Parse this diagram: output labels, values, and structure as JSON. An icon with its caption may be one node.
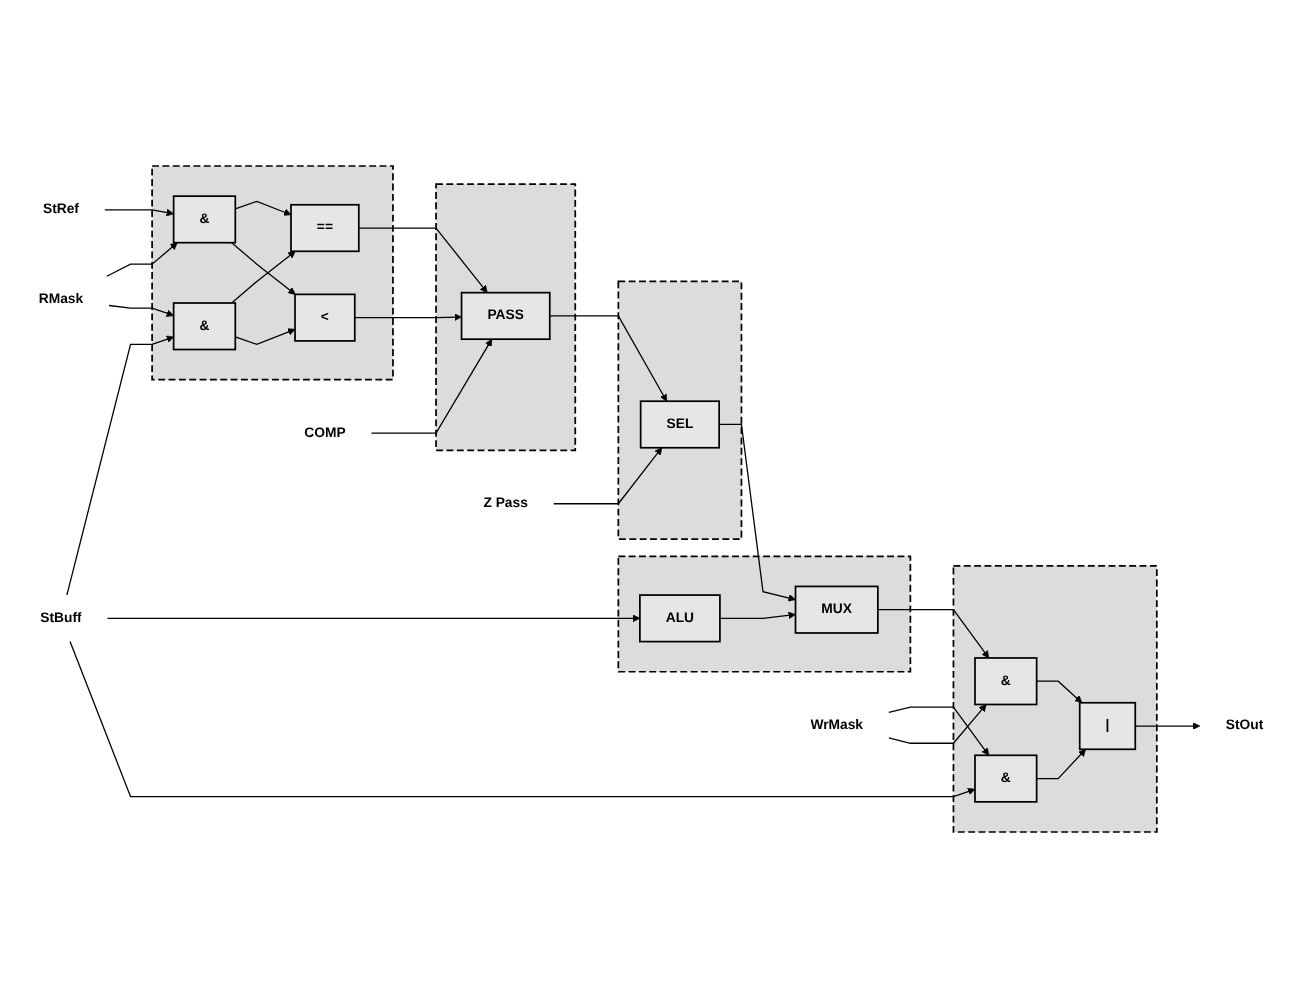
{
  "diagram": {
    "nodes": [
      {
        "text": [],
        "shape": "box"
      },
      {
        "text": [
          "&"
        ],
        "in": 0
      },
      {
        "text": [
          "=="
        ],
        "in": 0
      },
      {
        "text": [
          "&"
        ],
        "in": 0
      },
      {
        "text": [
          "<"
        ],
        "in": 0
      },
      {
        "text": [],
        "shape": "box"
      },
      {
        "text": [
          "PASS"
        ],
        "in": 5
      },
      {
        "text": [],
        "shape": "box"
      },
      {
        "text": [
          "SEL"
        ],
        "in": 7
      },
      {
        "text": [],
        "shape": "box"
      },
      {
        "text": [
          "&"
        ],
        "in": 9
      },
      {
        "text": [
          "|"
        ],
        "in": 9
      },
      {
        "text": [
          "&"
        ],
        "in": 9
      },
      {
        "text": [],
        "shape": "box"
      },
      {
        "text": [
          "ALU"
        ],
        "in": 13
      },
      {
        "text": [
          "MUX"
        ],
        "in": 13
      },
      {
        "text": [
          "COMP"
        ]
      },
      {
        "text": [
          "Z Pass"
        ]
      },
      {
        "text": [
          "StRef"
        ]
      },
      {
        "text": [
          "RMask"
        ]
      },
      {
        "text": [
          "StBuff"
        ]
      },
      {
        "text": [
          "StOut"
        ]
      },
      {
        "text": [
          "WrMask"
        ]
      }
    ],
    "edges": [
      {
        "from": 18,
        "to": 1,
        "arrow": "to"
      },
      {
        "from": 19,
        "to": 1,
        "arrow": "to"
      },
      {
        "from": 19,
        "to": 3,
        "arrow": "to"
      },
      {
        "from": 20,
        "to": 3,
        "arrow": "to"
      },
      {
        "from": 1,
        "to": 2,
        "arrow": "to"
      },
      {
        "from": 1,
        "to": 4,
        "arrow": "to"
      },
      {
        "from": 3,
        "to": 2,
        "arrow": "to"
      },
      {
        "from": 3,
        "to": 4,
        "arrow": "to"
      },
      {
        "from": 2,
        "to": 6,
        "arrow": "to"
      },
      {
        "from": 4,
        "to": 6,
        "arrow": "to"
      },
      {
        "from": 16,
        "to": 6,
        "arrow": "to"
      },
      {
        "from": 6,
        "to": 8,
        "arrow": "to"
      },
      {
        "from": 17,
        "to": 8,
        "arrow": "to"
      },
      {
        "from": 8,
        "to": 15,
        "arrow": "to"
      },
      {
        "from": 20,
        "to": 14,
        "arrow": "to"
      },
      {
        "from": 20,
        "to": 10,
        "arrow": "to"
      },
      {
        "from": 14,
        "to": 15,
        "arrow": "to"
      },
      {
        "from": 15,
        "to": 12,
        "arrow": "to"
      },
      {
        "from": 22,
        "to": 10,
        "arrow": "to"
      },
      {
        "from": 22,
        "to": 12,
        "arrow": "to"
      },
      {
        "from": 10,
        "to": 11,
        "arrow": "to"
      },
      {
        "from": 12,
        "to": 11,
        "arrow": "to"
      },
      {
        "from": 11,
        "to": 21,
        "arrow": "to"
      }
    ]
  }
}
